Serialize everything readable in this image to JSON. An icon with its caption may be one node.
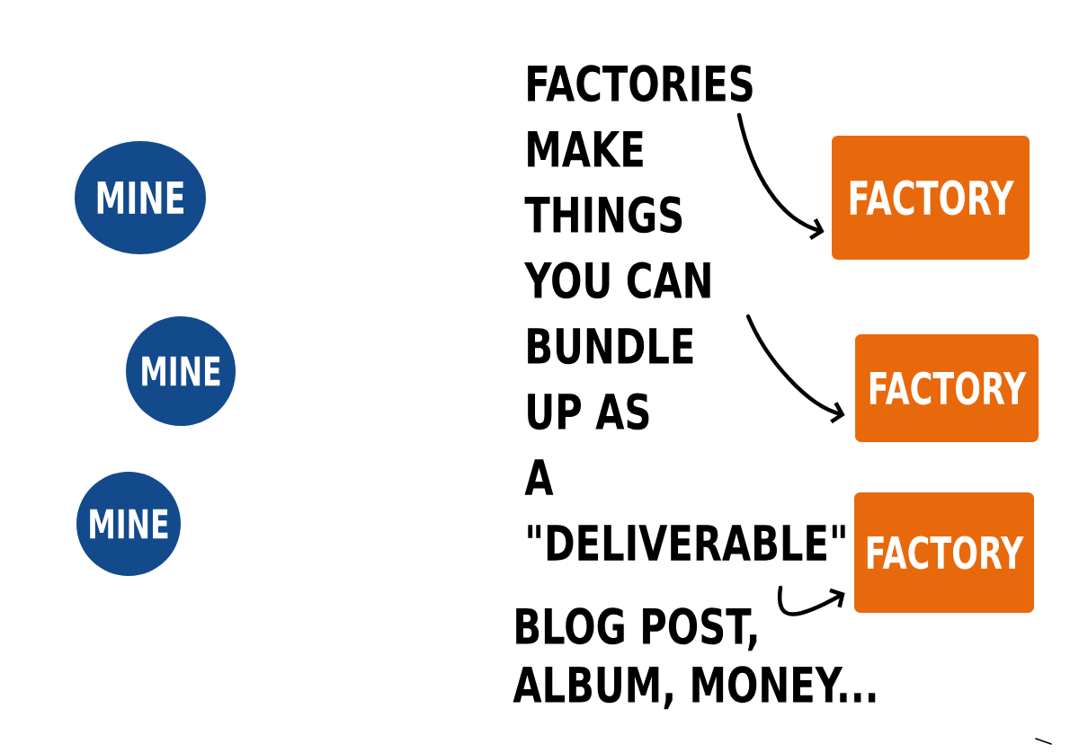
{
  "diagram": {
    "nodes": [
      {
        "text": [
          "MINE"
        ]
      },
      {
        "text": [
          "MINE"
        ]
      },
      {
        "text": [
          "MINE"
        ]
      },
      {
        "text": [
          "FACTORIES MAKE THINGS YOU CAN BUNDLE UP AS A \"DELIVERABLE\""
        ]
      },
      {
        "text": [
          "FACTORY"
        ]
      },
      {
        "text": [
          "FACTORY"
        ]
      },
      {
        "text": [
          "FACTORY"
        ]
      }
    ],
    "edges": [
      {
        "from": 3,
        "to": 4,
        "arrow": "to"
      },
      {
        "from": 3,
        "to": 5,
        "arrow": "to"
      },
      {
        "from": 3,
        "to": 6,
        "arrow": "to"
      }
    ],
    "labels": [
      "BLOG POST, ALBUM, MONEY..."
    ]
  }
}
